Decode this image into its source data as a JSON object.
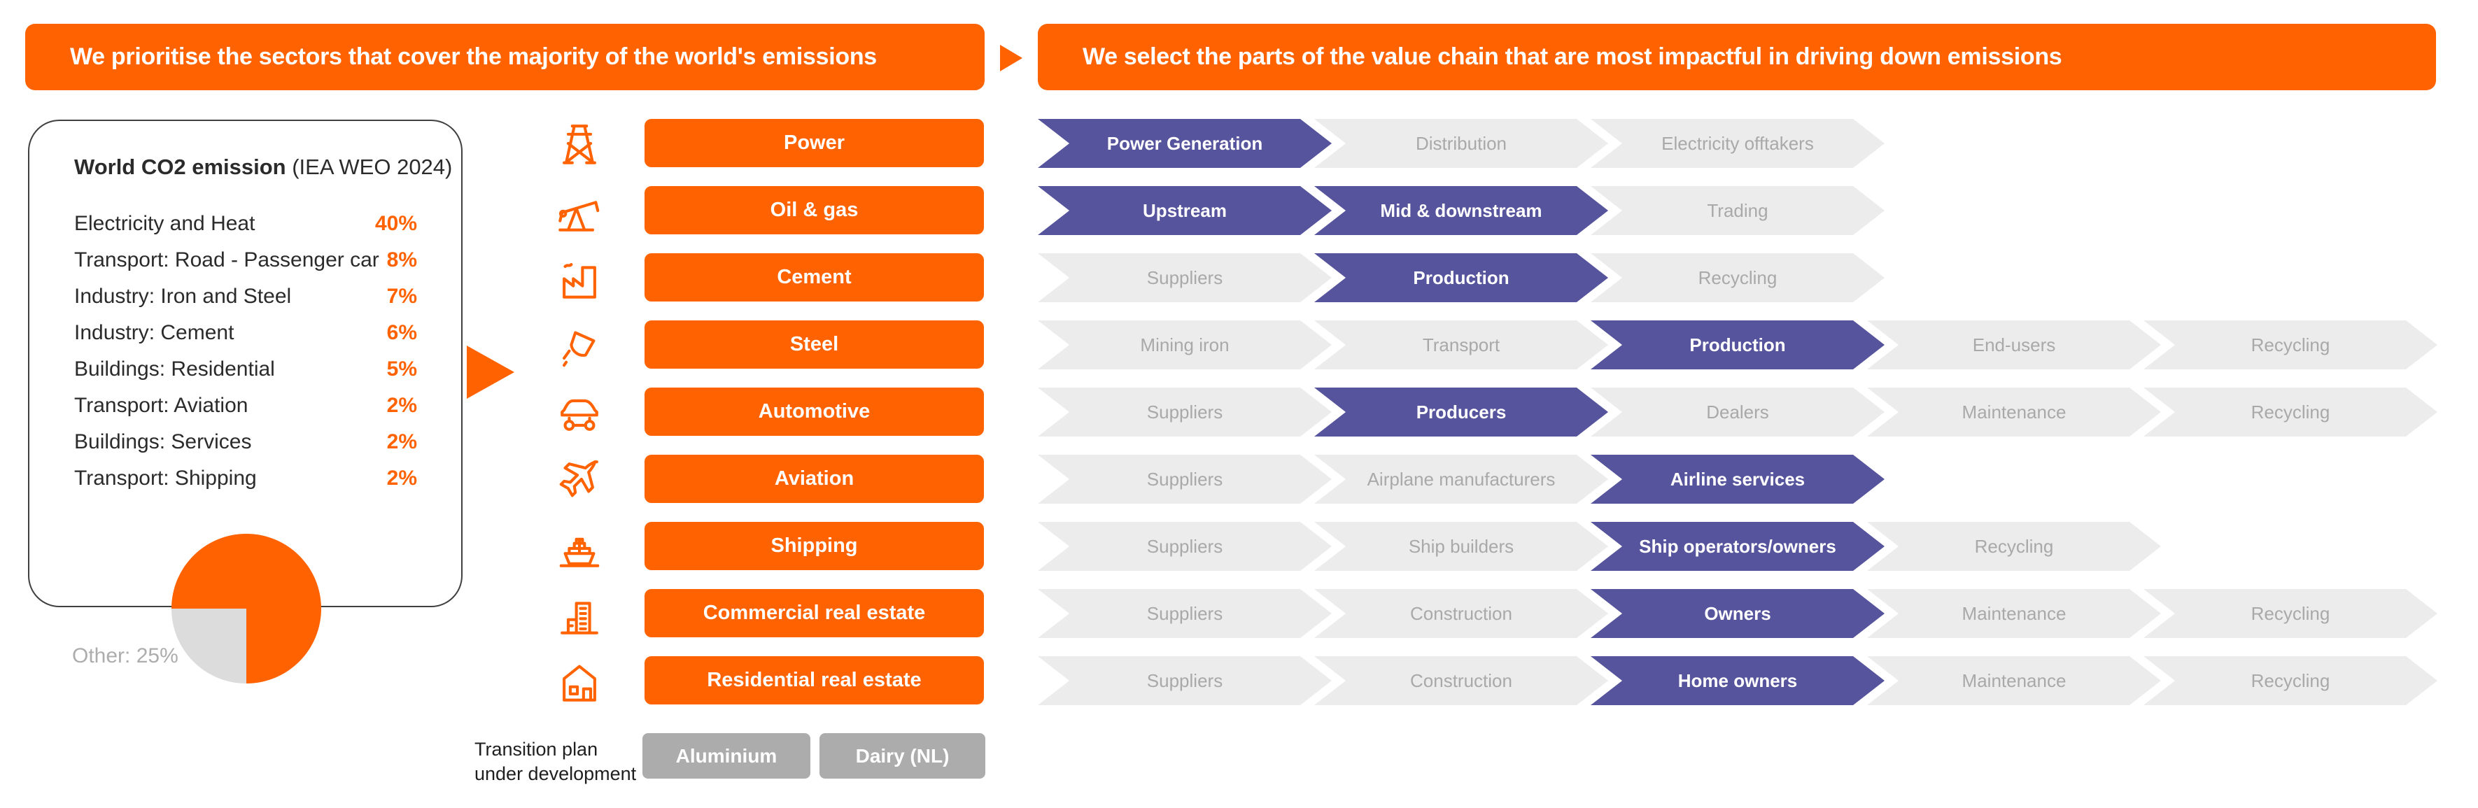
{
  "colors": {
    "orange": "#FF6200",
    "purple": "#57549E",
    "chevron-bg": "#ECECEC",
    "chevron-text": "#A9A9A9",
    "gray-button": "#ACACAC",
    "pie-other": "#DCDCDC",
    "muted": "#ADADAD",
    "box-border": "#404040",
    "text": "#2B2B2B"
  },
  "banners": {
    "left": "We prioritise the sectors that cover the majority of the world's emissions",
    "right": "We select the parts of the value chain that are most impactful in driving down emissions"
  },
  "emissions_box": {
    "title_bold": "World CO2 emission",
    "title_source": " (IEA WEO 2024)",
    "items": [
      {
        "label": "Electricity and Heat",
        "value": "40%"
      },
      {
        "label": "Transport: Road - Passenger car",
        "value": "8%"
      },
      {
        "label": "Industry: Iron and Steel",
        "value": "7%"
      },
      {
        "label": "Industry: Cement",
        "value": "6%"
      },
      {
        "label": "Buildings: Residential",
        "value": "5%"
      },
      {
        "label": "Transport: Aviation",
        "value": "2%"
      },
      {
        "label": "Buildings: Services",
        "value": "2%"
      },
      {
        "label": "Transport: Shipping",
        "value": "2%"
      }
    ],
    "other": "Other: 25%"
  },
  "chart_data": {
    "type": "pie",
    "title": "World CO2 emission (IEA WEO 2024)",
    "labels": [
      "Electricity and Heat",
      "Transport: Road - Passenger car",
      "Industry: Iron and Steel",
      "Industry: Cement",
      "Buildings: Residential",
      "Transport: Aviation",
      "Buildings: Services",
      "Transport: Shipping",
      "Other"
    ],
    "values": [
      40,
      8,
      7,
      6,
      5,
      2,
      2,
      2,
      25
    ],
    "slice_colors": [
      "#FF6200",
      "#FF6200",
      "#FF6200",
      "#FF6200",
      "#FF6200",
      "#FF6200",
      "#FF6200",
      "#FF6200",
      "#DCDCDC"
    ],
    "legend_position": "none",
    "annotation": "Other: 25%"
  },
  "sectors": [
    {
      "label": "Power",
      "icon": "power-grid-icon",
      "chain": [
        {
          "label": "Power Generation",
          "active": true
        },
        {
          "label": "Distribution",
          "active": false
        },
        {
          "label": "Electricity offtakers",
          "active": false
        }
      ]
    },
    {
      "label": "Oil & gas",
      "icon": "oil-pump-icon",
      "chain": [
        {
          "label": "Upstream",
          "active": true
        },
        {
          "label": "Mid & downstream",
          "active": true
        },
        {
          "label": "Trading",
          "active": false
        }
      ]
    },
    {
      "label": "Cement",
      "icon": "factory-icon",
      "chain": [
        {
          "label": "Suppliers",
          "active": false
        },
        {
          "label": "Production",
          "active": true
        },
        {
          "label": "Recycling",
          "active": false
        }
      ]
    },
    {
      "label": "Steel",
      "icon": "ladle-icon",
      "chain": [
        {
          "label": "Mining iron",
          "active": false
        },
        {
          "label": "Transport",
          "active": false
        },
        {
          "label": "Production",
          "active": true
        },
        {
          "label": "End-users",
          "active": false
        },
        {
          "label": "Recycling",
          "active": false
        }
      ]
    },
    {
      "label": "Automotive",
      "icon": "car-icon",
      "chain": [
        {
          "label": "Suppliers",
          "active": false
        },
        {
          "label": "Producers",
          "active": true
        },
        {
          "label": "Dealers",
          "active": false
        },
        {
          "label": "Maintenance",
          "active": false
        },
        {
          "label": "Recycling",
          "active": false
        }
      ]
    },
    {
      "label": "Aviation",
      "icon": "airplane-icon",
      "chain": [
        {
          "label": "Suppliers",
          "active": false
        },
        {
          "label": "Airplane manufacturers",
          "active": false
        },
        {
          "label": "Airline services",
          "active": true
        }
      ]
    },
    {
      "label": "Shipping",
      "icon": "ship-icon",
      "chain": [
        {
          "label": "Suppliers",
          "active": false
        },
        {
          "label": "Ship builders",
          "active": false
        },
        {
          "label": "Ship operators/owners",
          "active": true
        },
        {
          "label": "Recycling",
          "active": false
        }
      ]
    },
    {
      "label": "Commercial real estate",
      "icon": "office-buildings-icon",
      "chain": [
        {
          "label": "Suppliers",
          "active": false
        },
        {
          "label": "Construction",
          "active": false
        },
        {
          "label": "Owners",
          "active": true
        },
        {
          "label": "Maintenance",
          "active": false
        },
        {
          "label": "Recycling",
          "active": false
        }
      ]
    },
    {
      "label": "Residential real estate",
      "icon": "house-icon",
      "chain": [
        {
          "label": "Suppliers",
          "active": false
        },
        {
          "label": "Construction",
          "active": false
        },
        {
          "label": "Home owners",
          "active": true
        },
        {
          "label": "Maintenance",
          "active": false
        },
        {
          "label": "Recycling",
          "active": false
        }
      ]
    }
  ],
  "transition_plan": {
    "note_line1": "Transition plan",
    "note_line2": "under development",
    "buttons": [
      "Aluminium",
      "Dairy (NL)"
    ]
  }
}
